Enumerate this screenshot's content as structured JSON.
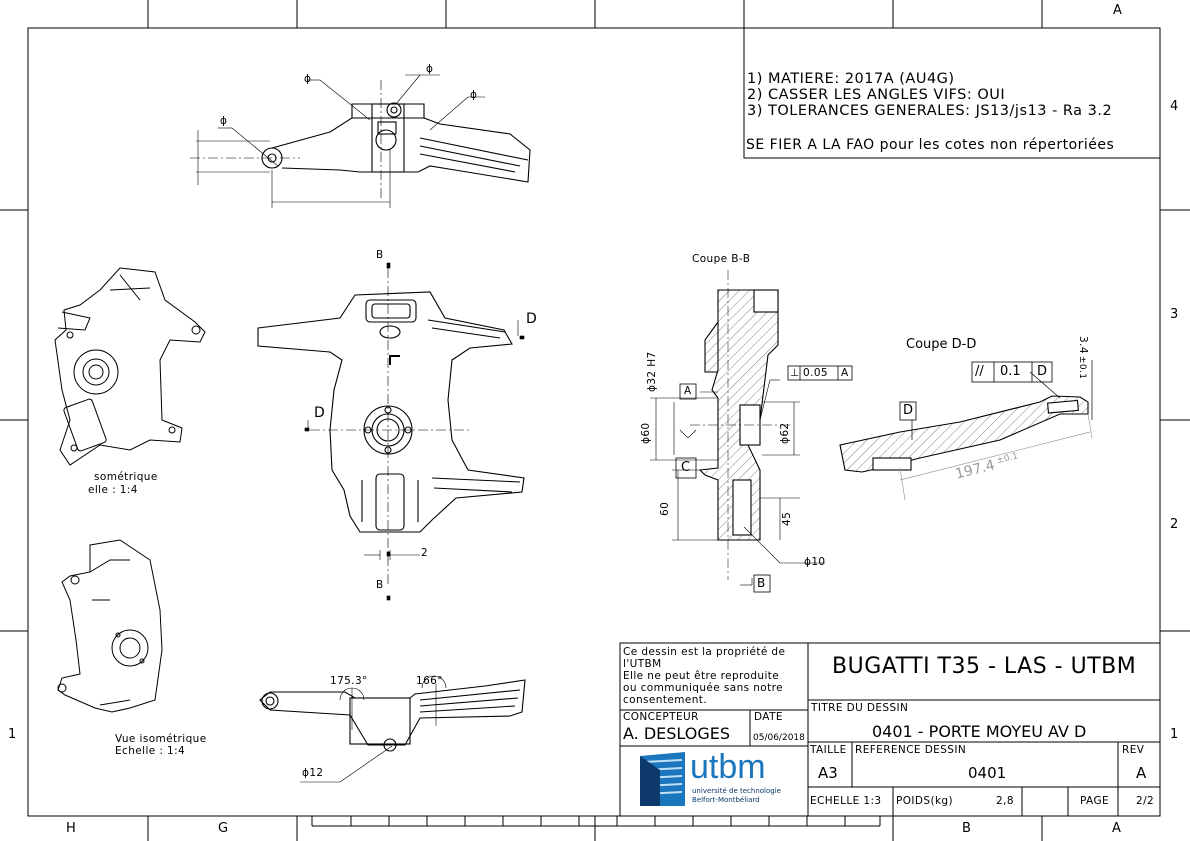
{
  "zones": {
    "top": [
      "",
      "",
      "",
      "",
      "",
      "",
      "",
      "A"
    ],
    "bottom": [
      "H",
      "G",
      "",
      "",
      "",
      "",
      "B",
      "A"
    ],
    "right": [
      "4",
      "3",
      "2",
      "1"
    ],
    "left": [
      "",
      "",
      "",
      "1"
    ]
  },
  "notes": {
    "n1": "1) MATIERE:  2017A (AU4G)",
    "n2": "2) CASSER LES ANGLES VIFS: OUI",
    "n3": "3) TOLERANCES GENERALES: JS13/js13 - Ra 3.2",
    "n4": "SE FIER A LA FAO pour les cotes non répertoriées"
  },
  "views": {
    "iso1_caption1": "sométrique",
    "iso1_caption2": "elle :  1:4",
    "iso2_caption1": "Vue isométrique",
    "iso2_caption2": "Echelle :  1:4",
    "section_bb_title": "Coupe B-B",
    "section_dd_title": "Coupe D-D"
  },
  "dims": {
    "phi": "ϕ",
    "b_top": "B",
    "b_bottom": "B",
    "d_left": "D",
    "d_right": "D",
    "dim_2": "2",
    "phi32": "ϕ32 H7",
    "phi60": "ϕ60",
    "phi62": "ϕ62",
    "dim60": "60",
    "dim45": "45",
    "phi10": "ϕ10",
    "datum_a": "A",
    "datum_b": "B",
    "datum_c": "C",
    "datum_d": "D",
    "perp_tol": "0.05",
    "perp_ref": "A",
    "par_tol": "0.1",
    "par_ref": "D",
    "dim_197": "197.4",
    "dim_197_tol": "±0.1",
    "dim_34": "3.4",
    "dim_34_tol": "±0.1",
    "angle1": "175.3°",
    "angle2": "166°",
    "phi12": "ϕ12"
  },
  "title_block": {
    "ownership1": "Ce dessin est la propriété de",
    "ownership2": "l'UTBM",
    "ownership3": "Elle ne peut être reproduite",
    "ownership4": "ou communiquée sans notre",
    "ownership5": "consentement.",
    "main_title": "BUGATTI T35 - LAS - UTBM",
    "drawing_title_label": "TITRE DU DESSIN",
    "drawing_title": "0401 - PORTE MOYEU AV D",
    "designer_label": "CONCEPTEUR",
    "designer": "A. DESLOGES",
    "date_label": "DATE",
    "date": "05/06/2018",
    "size_label": "TAILLE",
    "size": "A3",
    "ref_label": "REFERENCE DESSIN",
    "ref": "0401",
    "rev_label": "REV",
    "rev": "A",
    "scale": "ECHELLE 1:3",
    "weight_label": "POIDS(kg)",
    "weight": "2,8",
    "page_label": "PAGE",
    "page": "2/2",
    "logo_text": "utbm",
    "logo_sub1": "université de technologie",
    "logo_sub2": "Belfort-Montbéliard"
  },
  "colors": {
    "line": "#000000",
    "hatch": "#333333",
    "dim_gray": "#9a9a9a",
    "logo_blue": "#1a76bd",
    "logo_dark": "#0d3a6b"
  }
}
